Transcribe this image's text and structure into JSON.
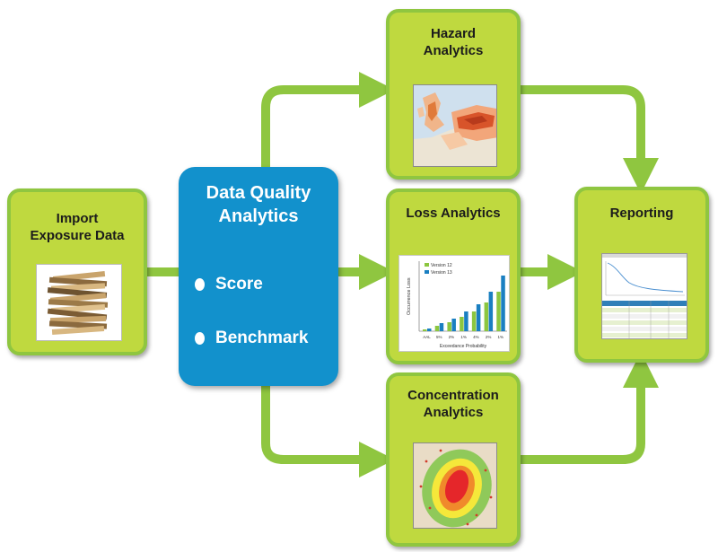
{
  "colors": {
    "box_fill": "#bfd93f",
    "box_border": "#8fc640",
    "arrow": "#8fc640",
    "dq_fill": "#1291cc"
  },
  "nodes": {
    "import": {
      "title_line1": "Import",
      "title_line2": "Exposure Data"
    },
    "data_quality": {
      "title_line1": "Data Quality",
      "title_line2": "Analytics",
      "bullets": [
        "Score",
        "Benchmark"
      ]
    },
    "hazard": {
      "title_line1": "Hazard",
      "title_line2": "Analytics"
    },
    "loss": {
      "title": "Loss Analytics",
      "chart": {
        "legend": [
          "Version 12",
          "Version 13"
        ],
        "ylabel": "Occurrence Loss",
        "xlabel": "Exceedance Probability",
        "categories": [
          "AAL",
          "5%",
          "2%",
          "1%",
          "4%",
          "2%",
          "1%"
        ]
      }
    },
    "concentration": {
      "title_line1": "Concentration",
      "title_line2": "Analytics"
    },
    "reporting": {
      "title": "Reporting"
    }
  }
}
